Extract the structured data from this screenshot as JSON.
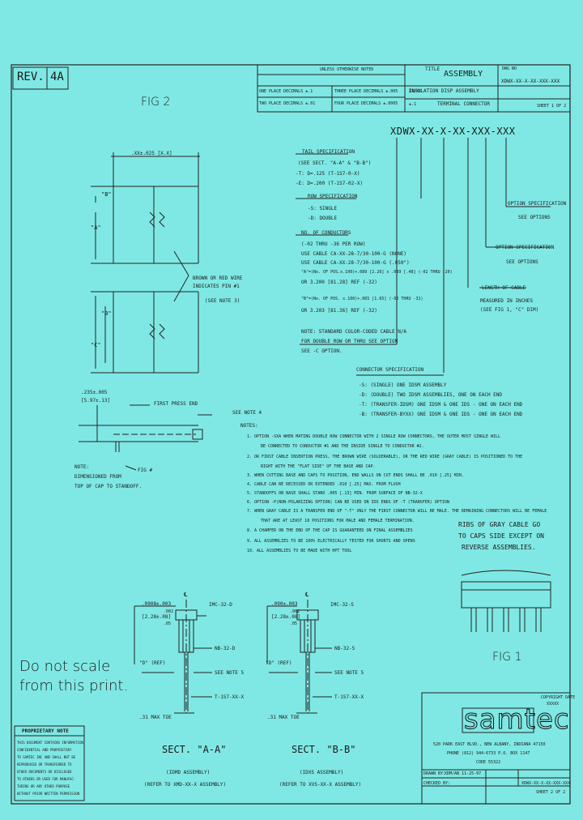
{
  "rev": {
    "label": "REV.",
    "value": "4A"
  },
  "title_block": {
    "tolerances_header": "UNLESS OTHERWISE NOTED",
    "one_place": "ONE PLACE DECIMALS ±.1",
    "two_place": "TWO PLACE DECIMALS ±.01",
    "three_place": "THREE PLACE DECIMALS ±.005",
    "four_place": "FOUR PLACE DECIMALS ±.0005",
    "title_label": "TITLE",
    "title_1": "ASSEMBLY",
    "title_2": "INSULATION DISP ASSEMBLY",
    "title_3": "TERMINAL CONNECTOR",
    "dwg_label": "DWG NO",
    "dwg_no": "XDWX-XX-X-XX-XXX-XXX",
    "sheet": "SHEET 1 OF 2",
    "small_1": "XX/XX",
    "small_2": "±.1"
  },
  "fig2": {
    "title": "FIG 2",
    "dim_top": ".XX±.025 [X.X]",
    "label_b": "\"B\"",
    "label_a": "\"A\"",
    "label_b2": "\"B\"",
    "label_c": "\"C\"",
    "brown_wire_1": "BROWN OR RED WIRE",
    "brown_wire_2": "INDICATES PIN #1",
    "brown_wire_3": "(SEE NOTE 3)",
    "dim_235": ".235±.005",
    "dim_597": "[5.97±.13]",
    "first_press": "FIRST PRESS END",
    "see_note_4": "SEE NOTE 4",
    "fig_num": "FIG #",
    "note_1": "NOTE:",
    "note_2": "DIMENSIONED FROM",
    "note_3": "TOP OF CAP TO STANDOFF."
  },
  "spec": {
    "part_code": "XDWX-XX-X-XX-XXX-XXX",
    "tail_spec": "TAIL SPECIFICATION",
    "tail_see": "(SEE SECT. \"A-A\" & \"B-B\")",
    "tail_1": "-T: D=.125 (T-1S7-0-X)",
    "tail_2": "-E: D=.200 (T-1S7-02-X)",
    "row_spec": "ROW SPECIFICATION",
    "row_1": "-S: SINGLE",
    "row_2": "-D: DOUBLE",
    "conductors": "NO. OF CONDUCTORS",
    "cond_1": "(-02 THRU -36 PER ROW)",
    "cond_2": "USE CABLE CA-XX-28-7/30-100-G (NONE)",
    "cond_3": "USE CABLE CA-XX-28-7/30-100-G (.050\")",
    "cond_4": "\"A\"=(No. OF POS.x.100)+.089 [2.26] x .089 [.48] (-02 THRU -20)",
    "cond_5": "OR 3.200 [81.28] REF (-32)",
    "cond_6": "\"B\"=(No. OF POS. x.100)+.065 [1.65] (-02 THRU -31)",
    "cond_7": "OR 3.203 [81.36] REF (-32)",
    "cond_note_1": "NOTE: STANDARD COLOR-CODED CABLE N/A",
    "cond_note_2": "FOR DOUBLE ROW OR THRU SEE OPTION",
    "cond_note_3": "SEE -C OPTION.",
    "opt_spec_1": "OPTION SPECIFICATION",
    "opt_spec_1b": "SEE OPTIONS",
    "opt_spec_2": "OPTION SPECIFICATION",
    "opt_spec_2b": "SEE OPTIONS",
    "cable_len": "LENGTH OF CABLE",
    "cable_len_1": "MEASURED IN INCHES",
    "cable_len_2": "(SEE FIG 1, \"C\" DIM)",
    "conn_spec": "CONNECTOR SPECIFICATION",
    "conn_1": "-S: (SINGLE) ONE IDSM ASSEMBLY",
    "conn_2": "-D: (DOUBLE) TWO IDSM ASSEMBLIES, ONE ON EACH END",
    "conn_3": "-T: (TRANSFER-IDSM) ONE IDSM & ONE IDS - ONE ON EACH END",
    "conn_4": "-B: (TRANSFER-BYXX) ONE IDSM & ONE IDS - ONE ON EACH END"
  },
  "notes": {
    "title": "NOTES:",
    "n1a": "1. OPTION -SXA WHEN MATING DOUBLE ROW CONNECTOR WITH 2 SINGLE ROW CONNECTORS, THE OUTER MOST SINGLE WILL",
    "n1b": "BE CONNECTED TO CONDUCTOR #1 AND THE INSIDE SINGLE TO CONDUCTOR #2.",
    "n2a": "2. OR FIRST CABLE INSERTION PRESS, THE BROWN WIRE (SOLDERABLE), OR THE RED WIRE (GRAY CABLE) IS POSITIONED TO THE",
    "n2b": "RIGHT WITH THE \"FLAT SIDE\" OF THE BASE AND CAP.",
    "n3": "3. WHEN CUTTING BASE AND CAPS TO POSITION, END WALLS ON CUT ENDS SHALL BE .010 [.25] MIN.",
    "n4": "4. CABLE CAN BE RECESSED OR EXTENDED .010 [.25] MAX. FROM FLUSH",
    "n5": "5. STANDOFFS ON BASE SHALL STAND .005 [.13] MIN. FROM SURFACE OF NB-32-X",
    "n6": "6. OPTION -P(NON-POLARIZING OPTION) CAN BE USED ON IDX ENDS OF -T (TRANSFER) OPTION",
    "n7a": "7. WHEN GRAY CABLE IS A TRANSFER END OF \"-T\" ONLY THE FIRST CONNECTOR WILL BE MALE. THE REMAINING CONNECTORS WILL BE FEMALE",
    "n7b": "THAT ARE AT LEAST 18 POSITIONS FOR MALE AND FEMALE TERMINATION.",
    "n8": "8. A CHAMFER ON THE END OF THE CAP IS GUARANTEED ON FINAL ASSEMBLIES",
    "n9": "9. ALL ASSEMBLIES TO BE 100% ELECTRICALLY TESTED FOR SHORTS AND OPENS",
    "n10": "10. ALL ASSEMBLIES TO BE MADE WITH HPT TOOL"
  },
  "fig1": {
    "gray_1": "RIBS OF GRAY CABLE GO",
    "gray_2": "TO CAPS SIDE EXCEPT ON",
    "gray_3": "REVERSE ASSEMBLIES.",
    "title": "FIG 1"
  },
  "sect_a": {
    "d1": ".0908±.003",
    "d1b": ".002",
    "d2": "[2.28±.08]",
    "d2b": ".05",
    "cl": "℄",
    "ref1": "IMC-32-D",
    "ref2": "NB-32-D",
    "ref3": "SEE NOTE 5",
    "ref4": "T-1S7-XX-X",
    "d_ref": "\"D\" (REF)",
    "max": ".31 MAX TOE",
    "title": "SECT. \"A-A\"",
    "sub1": "(IDMD ASSEMBLY)",
    "sub2": "(REFER TO XMD-XX-X ASSEMBLY)"
  },
  "sect_b": {
    "d1": ".090±.003",
    "d1b": ".002",
    "d2": "[2.28±.08]",
    "d2b": ".05",
    "cl": "℄",
    "ref1": "IMC-32-S",
    "ref2": "NB-32-S",
    "ref3": "SEE NOTE 5",
    "ref4": "T-1S7-XX-X",
    "d_ref": "\"D\" (REF)",
    "max": ".31 MAX TOE",
    "title": "SECT. \"B-B\"",
    "sub1": "(IDXS ASSEMBLY)",
    "sub2": "(REFER TO XVS-XX-X ASSEMBLY)"
  },
  "dont_scale": {
    "line1": "Do not scale",
    "line2": "from this print."
  },
  "proprietary": {
    "title": "PROPRIETARY NOTE",
    "lines": [
      "THIS DOCUMENT CONTAINS INFORMATION",
      "CONFIDENTIAL AND PROPRIETARY",
      "TO SAMTEC INC AND SHALL NOT BE",
      "REPRODUCED OR TRANSFERRED TO",
      "OTHER DOCUMENTS OR DISCLOSED",
      "TO OTHERS OR USED FOR MANUFAC-",
      "TURING OR ANY OTHER PURPOSE",
      "WITHOUT PRIOR WRITTEN PERMISSION"
    ]
  },
  "company": {
    "small_1": "COPYRIGHT DATE",
    "small_2": "XXXXX",
    "logo": "samtec",
    "addr1": "520 PARK EAST BLVD., NEW ALBANY, INDIANA 47150",
    "addr2": "PHONE (812) 944-6733  P.O. BOX 1147",
    "addr3": "CODE 55322",
    "drawn": "DRAWN BY:",
    "drawn_val": "XDM/AN  11-25-97",
    "checked": "CHECKED BY:",
    "dwg_no": "XDWX-XX-X-XX-XXX-XXX",
    "sheet": "SHEET 2 OF 2"
  },
  "colors": {
    "background": "#7fe8e4",
    "ink": "#1a1a1a"
  }
}
